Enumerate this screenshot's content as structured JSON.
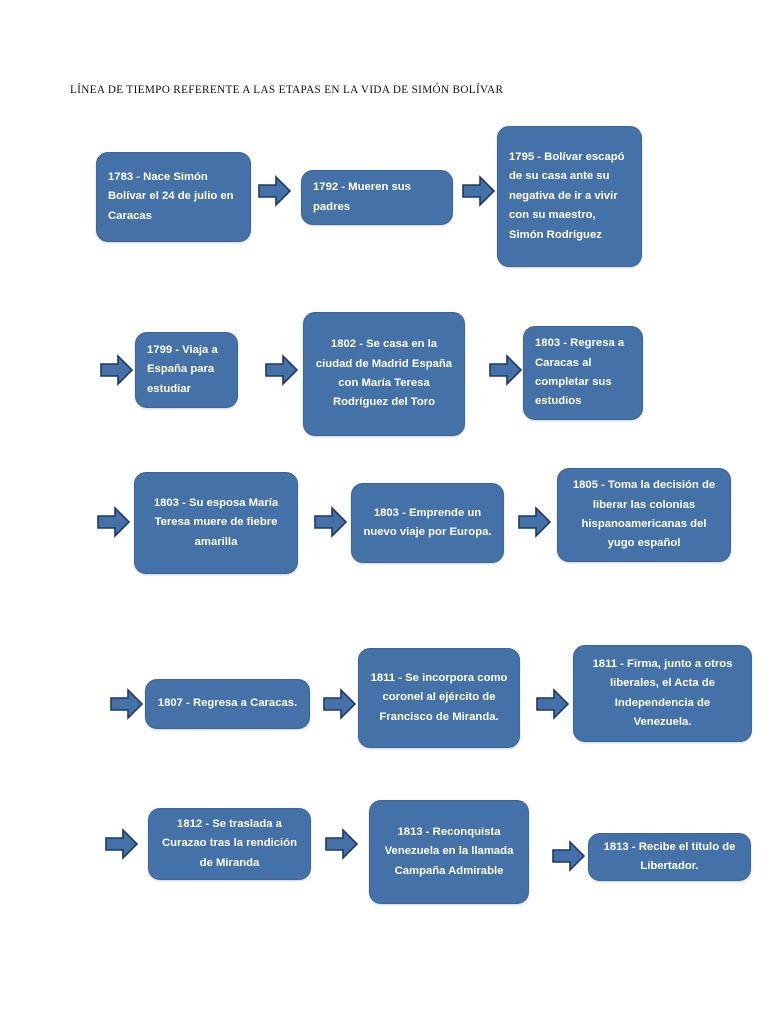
{
  "document": {
    "title": "LÍNEA DE TIEMPO REFERENTE A LAS ETAPAS EN LA VIDA DE SIMÓN BOLÍVAR",
    "background_color": "#FFFFFF",
    "node_fill_color": "#4472A8",
    "node_border_color": "#3A6598",
    "node_text_color": "#FFFFFF",
    "arrow_fill_color": "#4472A8",
    "arrow_border_color": "#1F3864"
  },
  "timeline": {
    "rows": [
      {
        "row_index": 1,
        "nodes": [
          {
            "id": "n1",
            "year": "1783",
            "text": "1783 - Nace Simón Bolívar el 24 de julio en Caracas",
            "align": "left"
          },
          {
            "id": "n2",
            "year": "1792",
            "text": "1792 -  Mueren sus padres",
            "align": "left"
          },
          {
            "id": "n3",
            "year": "1795",
            "text": "1795 -  Bolívar escapó de su casa ante su negativa de ir a vivir con su maestro, Simón Rodríguez",
            "align": "left"
          }
        ]
      },
      {
        "row_index": 2,
        "nodes": [
          {
            "id": "n4",
            "year": "1799",
            "text": "1799 -  Viaja a España para estudiar",
            "align": "left"
          },
          {
            "id": "n5",
            "year": "1802",
            "text": "1802 -  Se casa en la ciudad de Madrid España con María Teresa Rodríguez del Toro",
            "align": "center"
          },
          {
            "id": "n6",
            "year": "1803",
            "text": "1803 - Regresa a Caracas al completar sus estudios",
            "align": "left"
          }
        ]
      },
      {
        "row_index": 3,
        "nodes": [
          {
            "id": "n7",
            "year": "1803",
            "text": "1803 - Su esposa María Teresa muere de fiebre amarilla",
            "align": "center"
          },
          {
            "id": "n8",
            "year": "1803",
            "text": "1803 - Emprende un nuevo viaje por Europa.",
            "align": "center"
          },
          {
            "id": "n9",
            "year": "1805",
            "text": "1805 - Toma la decisión de liberar las colonias hispanoamericanas del yugo español",
            "align": "center"
          }
        ]
      },
      {
        "row_index": 4,
        "nodes": [
          {
            "id": "n10",
            "year": "1807",
            "text": "1807 - Regresa a Caracas.",
            "align": "center"
          },
          {
            "id": "n11",
            "year": "1811",
            "text": "1811  - Se incorpora como coronel al ejército de Francisco de Miranda.",
            "align": "center"
          },
          {
            "id": "n12",
            "year": "1811",
            "text": "1811 -  Firma, junto a otros liberales, el Acta de Independencia de Venezuela.",
            "align": "center"
          }
        ]
      },
      {
        "row_index": 5,
        "nodes": [
          {
            "id": "n13",
            "year": "1812",
            "text": "1812 - Se traslada a Curazao tras la rendición de Miranda",
            "align": "center"
          },
          {
            "id": "n14",
            "year": "1813",
            "text": "1813 - Reconquista Venezuela en la llamada Campaña Admirable",
            "align": "center"
          },
          {
            "id": "n15",
            "year": "1813",
            "text": "1813 - Recibe el título de Libertador.",
            "align": "center"
          }
        ]
      }
    ],
    "connectors": [
      {
        "id": "a1",
        "from": "n1",
        "to": "n2",
        "direction": "right"
      },
      {
        "id": "a2",
        "from": "n2",
        "to": "n3",
        "direction": "right"
      },
      {
        "id": "a3",
        "from": "n3",
        "to": "n4",
        "direction": "right"
      },
      {
        "id": "a4",
        "from": "n4",
        "to": "n5",
        "direction": "right"
      },
      {
        "id": "a5",
        "from": "n5",
        "to": "n6",
        "direction": "right"
      },
      {
        "id": "a6",
        "from": "n6",
        "to": "n7",
        "direction": "right"
      },
      {
        "id": "a7",
        "from": "n7",
        "to": "n8",
        "direction": "right"
      },
      {
        "id": "a8",
        "from": "n8",
        "to": "n9",
        "direction": "right"
      },
      {
        "id": "a9",
        "from": "n9",
        "to": "n10",
        "direction": "right"
      },
      {
        "id": "a10",
        "from": "n10",
        "to": "n11",
        "direction": "right"
      },
      {
        "id": "a11",
        "from": "n11",
        "to": "n12",
        "direction": "right"
      },
      {
        "id": "a12",
        "from": "n12",
        "to": "n13",
        "direction": "right"
      },
      {
        "id": "a13",
        "from": "n13",
        "to": "n14",
        "direction": "right"
      },
      {
        "id": "a14",
        "from": "n14",
        "to": "n15",
        "direction": "right"
      }
    ]
  }
}
